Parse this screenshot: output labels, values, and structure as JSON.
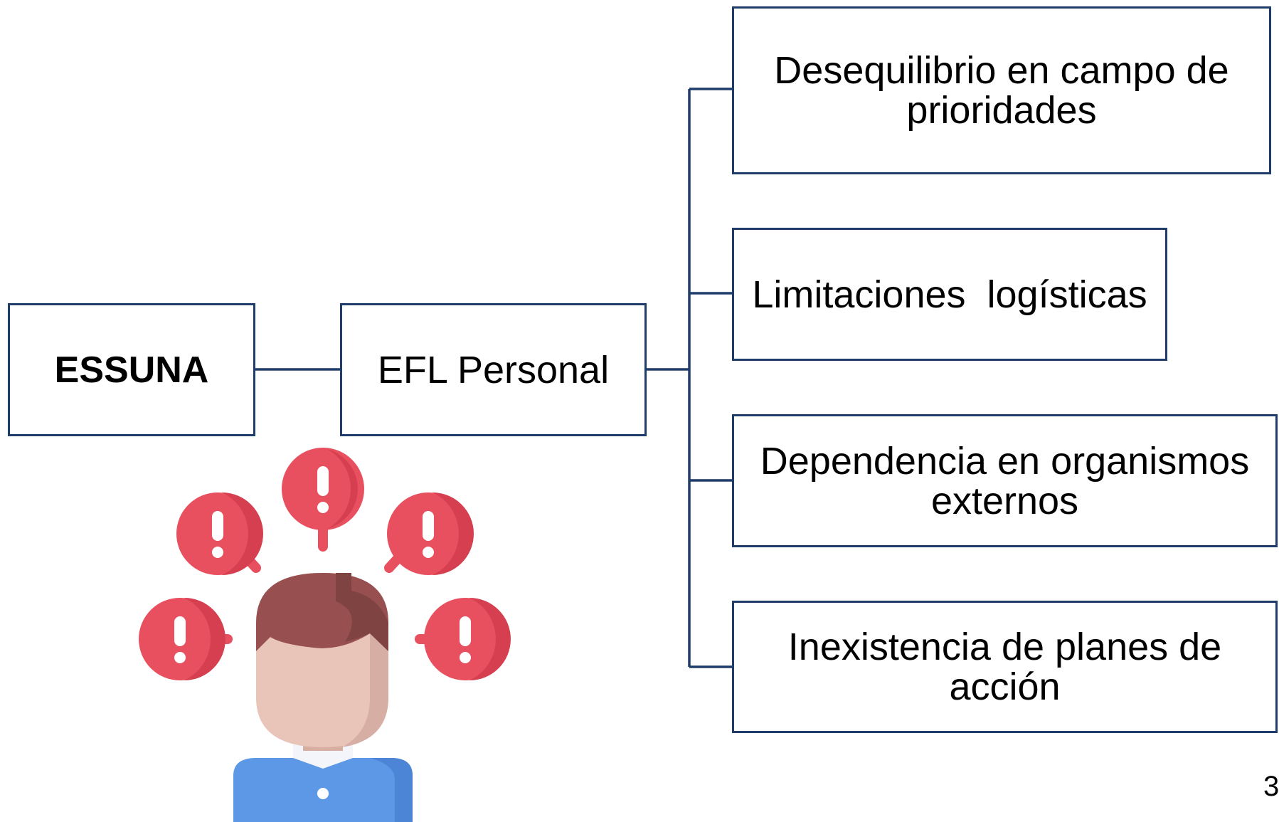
{
  "diagram": {
    "root": {
      "label": "ESSUNA"
    },
    "middle": {
      "label": "EFL Personal"
    },
    "children": [
      {
        "label": "Desequilibrio en campo de prioridades"
      },
      {
        "label": "Limitaciones  logísticas"
      },
      {
        "label": "Dependencia en organismos externos"
      },
      {
        "label": "Inexistencia de planes de acción"
      }
    ]
  },
  "illustration": {
    "icon": "person-with-alerts-icon"
  },
  "page_number": "3",
  "colors": {
    "border": "#1f3d6b",
    "alert_red": "#e8505f",
    "alert_dark": "#d63f4f",
    "hair": "#97504f",
    "skin": "#e9c5b9",
    "shirt": "#5d98e6"
  }
}
